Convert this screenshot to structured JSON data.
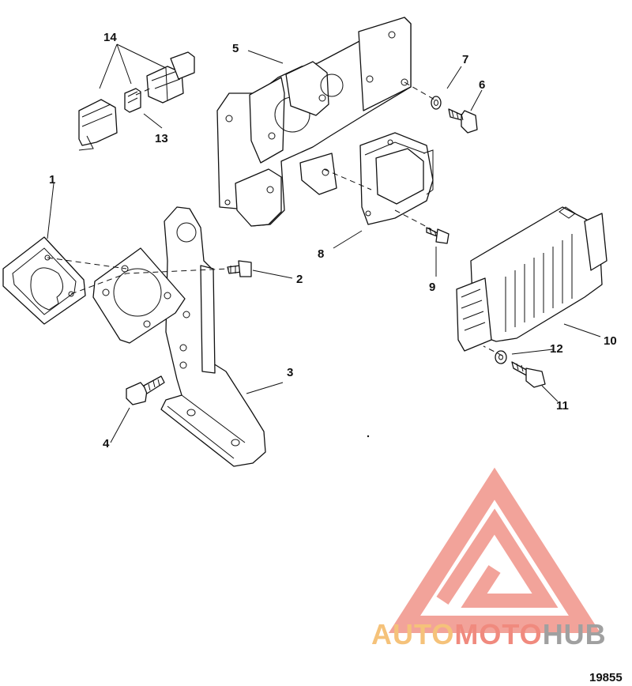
{
  "callouts": [
    "1",
    "2",
    "3",
    "4",
    "5",
    "6",
    "7",
    "8",
    "9",
    "10",
    "11",
    "12",
    "13",
    "14"
  ],
  "watermark": {
    "word_a": "AUTO",
    "word_b": "MOTO",
    "word_c": "HUB",
    "color_a": "#f5c27a",
    "color_b": "#f08a7e",
    "color_c": "#a0a0a0",
    "triangle_color": "#f2a39a"
  },
  "figure_number": "19855"
}
